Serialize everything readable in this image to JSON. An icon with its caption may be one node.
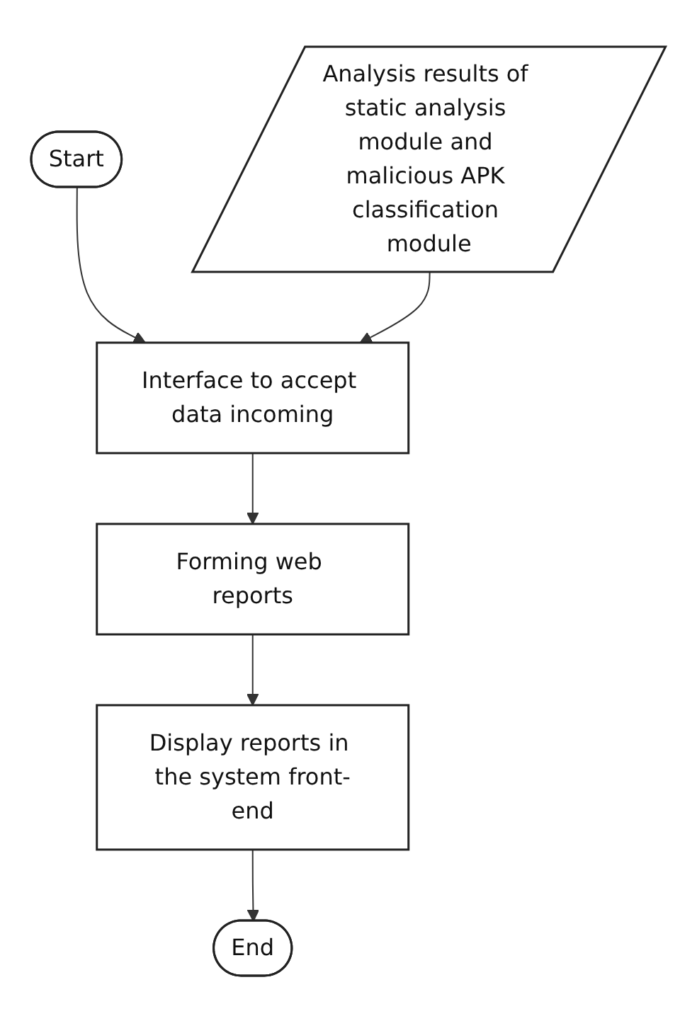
{
  "diagram": {
    "nodes": [
      {
        "text": [
          "Start"
        ]
      },
      {
        "text": [
          "Analysis results of static analysis module and malicious APK classification module"
        ]
      },
      {
        "text": [
          "Interface to accept data incoming"
        ]
      },
      {
        "text": [
          "Forming web reports"
        ]
      },
      {
        "text": [
          "Display reports in the system front-end"
        ]
      },
      {
        "text": [
          "End"
        ]
      }
    ],
    "edges": [
      {
        "from": 0,
        "to": 2,
        "arrow": "to"
      },
      {
        "from": 1,
        "to": 2,
        "arrow": "to"
      },
      {
        "from": 2,
        "to": 3,
        "arrow": "to"
      },
      {
        "from": 3,
        "to": 4,
        "arrow": "to"
      },
      {
        "from": 4,
        "to": 5,
        "arrow": "to"
      }
    ]
  }
}
